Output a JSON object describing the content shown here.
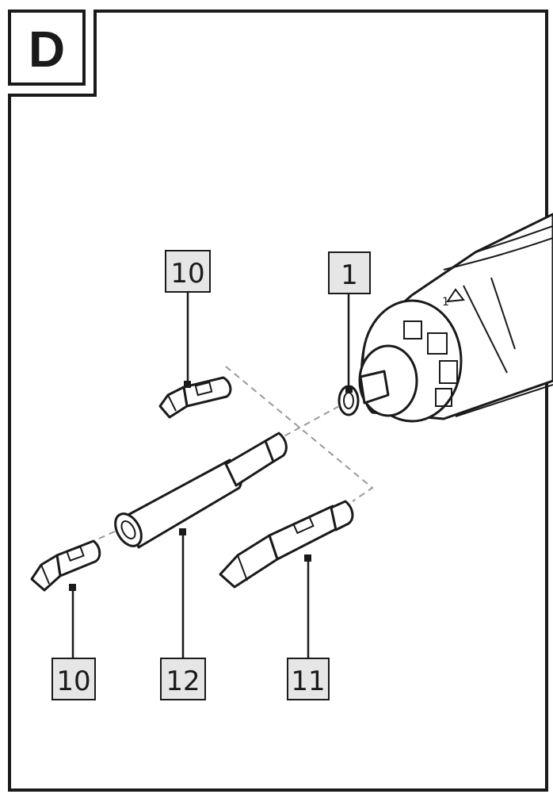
{
  "panel": {
    "letter": "D"
  },
  "callouts": {
    "top_bit": "10",
    "chuck": "1",
    "left_bit": "10",
    "holder": "12",
    "long_bit": "11"
  },
  "colors": {
    "line": "#1a1a1a",
    "callout_fill": "#e6e6e6",
    "dash": "#999999"
  }
}
